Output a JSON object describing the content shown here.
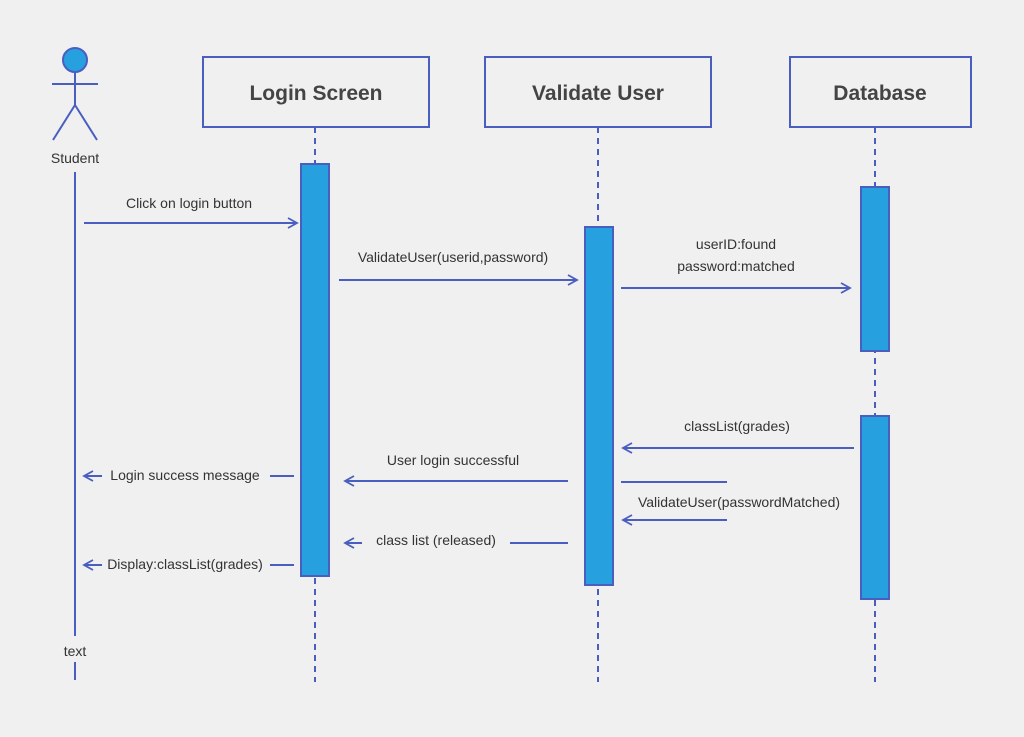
{
  "actor": {
    "label": "Student",
    "footer_text": "text"
  },
  "participants": {
    "login_screen": "Login Screen",
    "validate_user": "Validate User",
    "database": "Database"
  },
  "messages": {
    "click_login": "Click on login button",
    "validate_call": "ValidateUser(userid,password)",
    "userid_found": "userID:found",
    "password_matched": "password:matched",
    "class_list_grades": "classList(grades)",
    "user_login_successful": "User login successful",
    "validate_password_matched": "ValidateUser(passwordMatched)",
    "login_success_message": "Login success message",
    "class_list_released": "class list (released)",
    "display_class_list": "Display:classList(grades)"
  },
  "colors": {
    "line": "#4a5ec0",
    "activation_fill": "#27a0e0",
    "background": "#f0f0f0",
    "header_text": "#444444"
  }
}
